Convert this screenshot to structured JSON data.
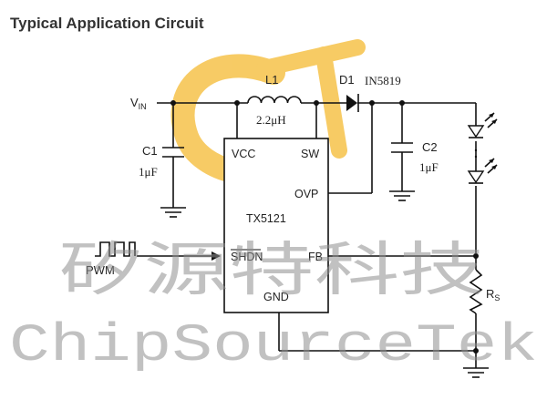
{
  "title": "Typical Application Circuit",
  "ic": {
    "name": "TX5121",
    "pins": {
      "vcc": "VCC",
      "sw": "SW",
      "ovp": "OVP",
      "shdn": "SHDN",
      "fb": "FB",
      "gnd": "GND"
    }
  },
  "vin": {
    "main": "V",
    "sub": "IN"
  },
  "l1": {
    "name": "L1",
    "value": "2.2μH"
  },
  "d1": {
    "name": "D1",
    "part": "IN5819"
  },
  "c1": {
    "name": "C1",
    "value": "1μF"
  },
  "c2": {
    "name": "C2",
    "value": "1μF"
  },
  "rs": {
    "main": "R",
    "sub": "S"
  },
  "pwm": "PWM",
  "watermark": {
    "chinese": "矽源特科技",
    "english": "ChipSourceTek"
  }
}
